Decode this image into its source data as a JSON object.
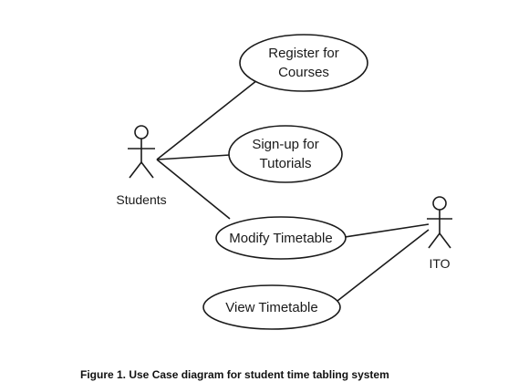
{
  "actors": [
    {
      "id": "students",
      "label": "Students"
    },
    {
      "id": "ito",
      "label": "ITO"
    }
  ],
  "use_cases": [
    {
      "id": "register",
      "lines": [
        "Register for",
        "Courses"
      ]
    },
    {
      "id": "signup",
      "lines": [
        "Sign-up for",
        "Tutorials"
      ]
    },
    {
      "id": "modify",
      "lines": [
        "Modify Timetable"
      ]
    },
    {
      "id": "view",
      "lines": [
        "View Timetable"
      ]
    }
  ],
  "associations": [
    {
      "actor": "students",
      "use_case": "register"
    },
    {
      "actor": "students",
      "use_case": "signup"
    },
    {
      "actor": "students",
      "use_case": "modify"
    },
    {
      "actor": "ito",
      "use_case": "modify"
    },
    {
      "actor": "ito",
      "use_case": "view"
    }
  ],
  "caption": "Figure 1. Use Case diagram for student time tabling system"
}
